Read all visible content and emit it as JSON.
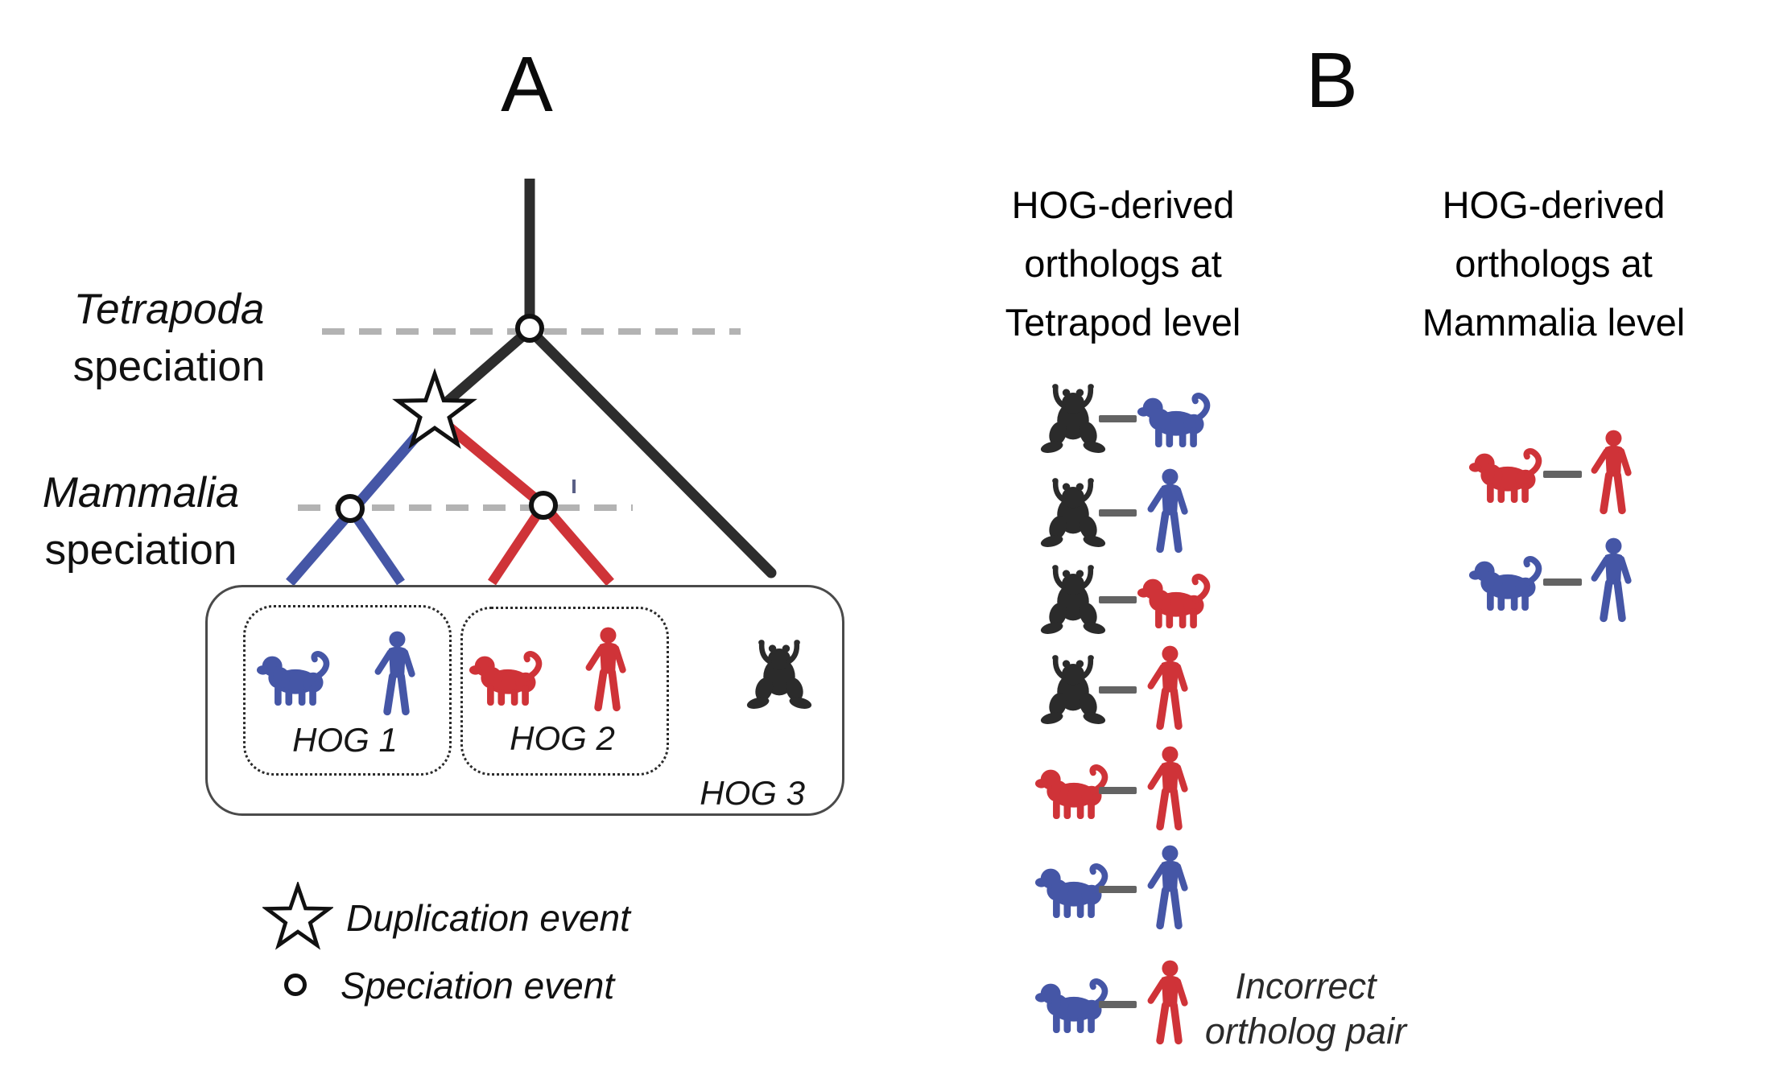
{
  "figure": {
    "type": "phylogenetic-tree-and-ortholog-pairs"
  },
  "colors": {
    "blue": "#4556a6",
    "red": "#cf3338",
    "black": "#2b2b2b",
    "tree_black": "#2d2d2d",
    "dash_gray": "#b3b3b3",
    "connector_gray": "#636363"
  },
  "panel_a": {
    "label": "A",
    "axis_labels": {
      "tetrapoda_line1": "Tetrapoda",
      "tetrapoda_line2": "speciation",
      "mammalia_line1": "Mammalia",
      "mammalia_line2": "speciation"
    },
    "hogs": [
      {
        "label": "HOG 1",
        "members": [
          {
            "species": "dog",
            "color": "blue"
          },
          {
            "species": "human",
            "color": "blue"
          }
        ]
      },
      {
        "label": "HOG 2",
        "members": [
          {
            "species": "dog",
            "color": "red"
          },
          {
            "species": "human",
            "color": "red"
          }
        ]
      },
      {
        "label": "HOG 3",
        "members": [
          {
            "species": "frog",
            "color": "black"
          }
        ]
      }
    ],
    "legend": [
      {
        "symbol": "star",
        "label": "Duplication event"
      },
      {
        "symbol": "circle",
        "label": "Speciation event"
      }
    ]
  },
  "panel_b": {
    "label": "B",
    "columns": [
      {
        "title": "HOG-derived\northologs at\nTetrapod level",
        "pairs": [
          {
            "left": {
              "species": "frog",
              "color": "black"
            },
            "right": {
              "species": "dog",
              "color": "blue"
            }
          },
          {
            "left": {
              "species": "frog",
              "color": "black"
            },
            "right": {
              "species": "human",
              "color": "blue"
            }
          },
          {
            "left": {
              "species": "frog",
              "color": "black"
            },
            "right": {
              "species": "dog",
              "color": "red"
            }
          },
          {
            "left": {
              "species": "frog",
              "color": "black"
            },
            "right": {
              "species": "human",
              "color": "red"
            }
          },
          {
            "left": {
              "species": "dog",
              "color": "red"
            },
            "right": {
              "species": "human",
              "color": "red"
            }
          },
          {
            "left": {
              "species": "dog",
              "color": "blue"
            },
            "right": {
              "species": "human",
              "color": "blue"
            }
          },
          {
            "left": {
              "species": "dog",
              "color": "blue"
            },
            "right": {
              "species": "human",
              "color": "red"
            },
            "note": "Incorrect\northolog pair"
          }
        ]
      },
      {
        "title": "HOG-derived\northologs at\nMammalia level",
        "pairs": [
          {
            "left": {
              "species": "dog",
              "color": "red"
            },
            "right": {
              "species": "human",
              "color": "red"
            }
          },
          {
            "left": {
              "species": "dog",
              "color": "blue"
            },
            "right": {
              "species": "human",
              "color": "blue"
            }
          }
        ]
      }
    ]
  }
}
